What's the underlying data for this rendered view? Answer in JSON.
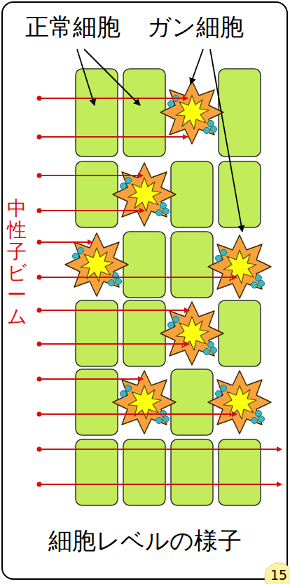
{
  "diagram": {
    "labels": [
      "正常細胞",
      "ガン細胞",
      "中性子ビーム",
      "細胞レベルの様子",
      "15"
    ]
  }
}
